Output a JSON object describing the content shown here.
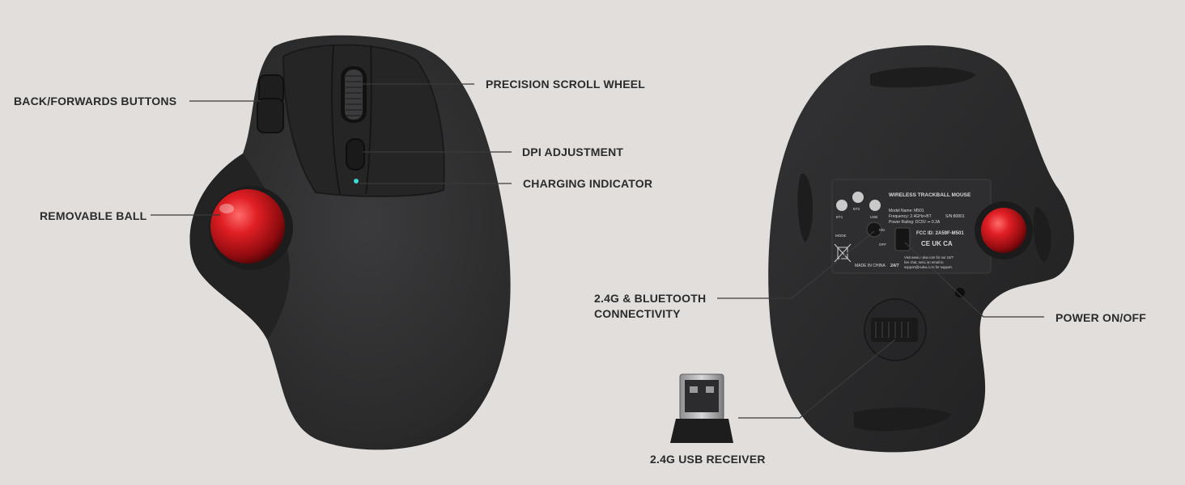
{
  "colors": {
    "background": "#e1dedb",
    "mouse_body": "#2a2a2b",
    "trackball": "#d0171c",
    "label": "#2b2b2b",
    "leader_line": "#3a3a3a"
  },
  "callouts": {
    "back_forward": "BACK/FORWARDS BUTTONS",
    "removable_ball": "REMOVABLE BALL",
    "scroll_wheel": "PRECISION SCROLL WHEEL",
    "dpi": "DPI ADJUSTMENT",
    "charging": "CHARGING INDICATOR",
    "connectivity": "2.4G & BLUETOOTH CONNECTIVITY",
    "power": "POWER ON/OFF",
    "usb_receiver": "2.4G USB RECEIVER"
  },
  "bottom_plate": {
    "title": "WIRELESS TRACKBALL MOUSE",
    "model": "Model Name: M501",
    "frequency": "Frequency: 2.4GHz+BT",
    "serial": "S/N:80801",
    "rating": "Power Rating: DC5V ⎓ 0.3A",
    "fcc": "FCC ID: 2A59F-M501",
    "made_in": "MADE IN CHINA",
    "support_1": "Visit www.nulea.com for our 24/7",
    "support_2": "live chat, send an email to",
    "support_3": "support@nulea.com for support.",
    "support_badge": "24/7",
    "marks": "CE UK CA",
    "mode_buttons": [
      "BT1",
      "BT2",
      "USB"
    ],
    "mode_label": "MODE",
    "switch_on": "ON",
    "switch_off": "OFF"
  }
}
